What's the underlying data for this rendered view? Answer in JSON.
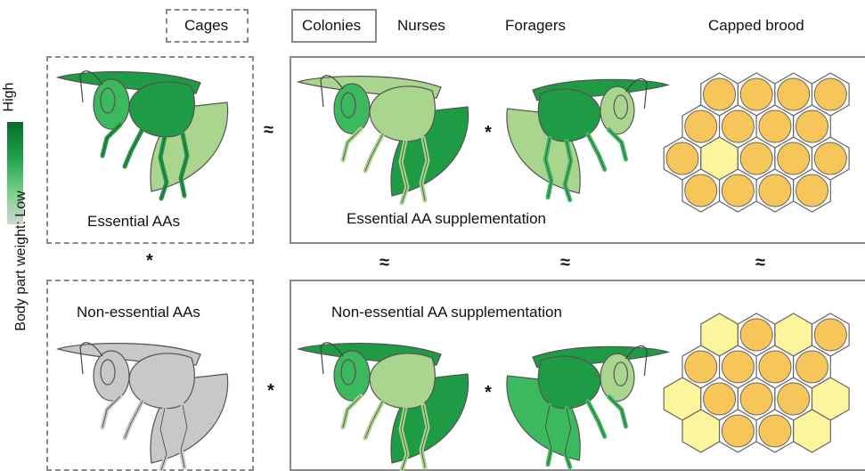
{
  "headers": {
    "cages": "Cages",
    "colonies": "Colonies",
    "nurses": "Nurses",
    "foragers": "Foragers",
    "capped_brood": "Capped brood"
  },
  "legend": {
    "high": "High",
    "axis_label": "Body part weight: Low"
  },
  "top_row": {
    "cage_caption": "Essential AAs",
    "colony_caption": "Essential AA supplementation",
    "approx_between": "≈",
    "star_between_bees": "*"
  },
  "between_rows": {
    "cages_symbol": "*",
    "nurses_symbol": "≈",
    "foragers_symbol": "≈",
    "brood_symbol": "≈"
  },
  "bottom_row": {
    "cage_caption": "Non-essential AAs",
    "colony_caption": "Non-essential AA supplementation",
    "star_between_boxes": "*",
    "star_between_bees": "*"
  },
  "colors": {
    "dark_green": "#1f9a45",
    "mid_green": "#3cb85e",
    "light_green": "#a9d58f",
    "gray": "#c8c8c8",
    "comb_orange": "#f6c65a",
    "comb_light": "#fbf59e"
  },
  "combs": {
    "top": {
      "rows": 4,
      "empty_cells": 1
    },
    "bottom": {
      "rows": 4,
      "empty_cells": 6
    }
  }
}
